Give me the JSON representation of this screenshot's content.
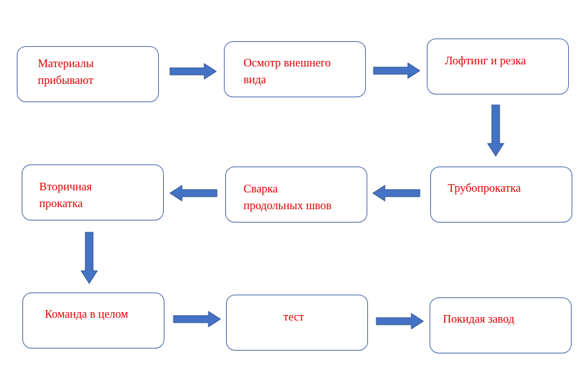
{
  "steps": [
    {
      "id": "materials-arrive",
      "label": "Материалы\nприбывают"
    },
    {
      "id": "visual-inspection",
      "label": "Осмотр  внешнего\nвида"
    },
    {
      "id": "lofting-cutting",
      "label": "Лофтинг и резка"
    },
    {
      "id": "pipe-rolling",
      "label": "Трубопрокатка"
    },
    {
      "id": "longitudinal-welding",
      "label": "Сварка\nпродольных швов"
    },
    {
      "id": "secondary-rolling",
      "label": "Вторичная\nпрокатка"
    },
    {
      "id": "team-overall",
      "label": "Команда в целом"
    },
    {
      "id": "test",
      "label": "тест"
    },
    {
      "id": "leaving-factory",
      "label": "Покидая завод"
    }
  ],
  "colors": {
    "box_border": "#3f62a8",
    "text": "#e00000",
    "arrow_fill": "#4472c4"
  }
}
